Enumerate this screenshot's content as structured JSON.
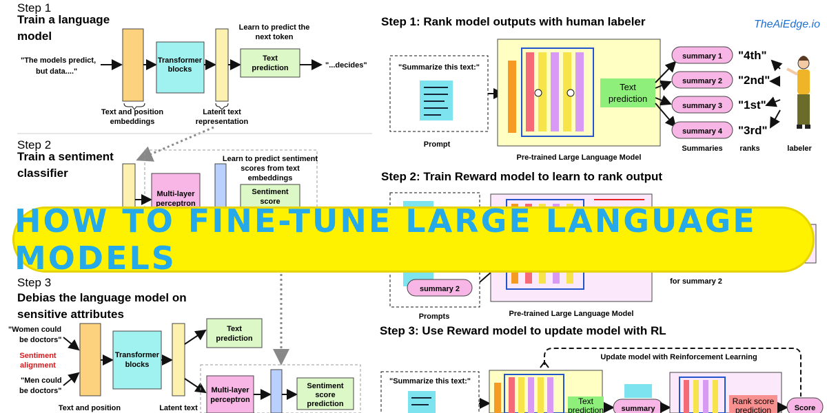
{
  "brand": "TheAiEdge.io",
  "banner_title": "How to Fine-tune Large Language Models",
  "left": {
    "step1": {
      "step": "Step 1",
      "title_line1": "Train a language",
      "title_line2": "model",
      "input_line1": "\"The models predict,",
      "input_line2": "but data....\"",
      "transformer_line1": "Transformer",
      "transformer_line2": "blocks",
      "learn_line1": "Learn to predict the",
      "learn_line2": "next token",
      "text_pred_line1": "Text",
      "text_pred_line2": "prediction",
      "output": "\"...decides\"",
      "emb_line1": "Text and position",
      "emb_line2": "embeddings",
      "latent_line1": "Latent text",
      "latent_line2": "representation"
    },
    "step2": {
      "step": "Step 2",
      "title_line1": "Train a sentiment",
      "title_line2": "classifier",
      "learn_line1": "Learn to predict sentiment",
      "learn_line2": "scores from text",
      "learn_line3": "embeddings",
      "mlp_line1": "Multi-layer",
      "mlp_line2": "perceptron",
      "sent_line1": "Sentiment",
      "sent_line2": "score"
    },
    "step3": {
      "step": "Step 3",
      "title_line1": "Debias the language model on",
      "title_line2": "sensitive attributes",
      "women_line1": "\"Women could",
      "women_line2": "be doctors\"",
      "align_line1": "Sentiment",
      "align_line2": "alignment",
      "men_line1": "\"Men could",
      "men_line2": "be doctors\"",
      "transformer_line1": "Transformer",
      "transformer_line2": "blocks",
      "text_pred_line1": "Text",
      "text_pred_line2": "prediction",
      "mlp_line1": "Multi-layer",
      "mlp_line2": "perceptron",
      "sent_line1": "Sentiment",
      "sent_line2": "score",
      "sent_line3": "prediction",
      "emb_label": "Text and position",
      "latent_label": "Latent text"
    }
  },
  "right": {
    "step1": {
      "title": "Step 1: Rank model outputs with human labeler",
      "prompt_text": "\"Summarize this text:\"",
      "prompt_label": "Prompt",
      "text_pred_line1": "Text",
      "text_pred_line2": "prediction",
      "model_label": "Pre-trained Large Language Model",
      "summaries": [
        "summary 1",
        "summary 2",
        "summary 3",
        "summary 4"
      ],
      "ranks": [
        "\"4th\"",
        "\"2nd\"",
        "\"1st\"",
        "\"3rd\""
      ],
      "summaries_label": "Summaries",
      "ranks_label": "ranks",
      "labeler_label": "labeler"
    },
    "step2": {
      "title": "Step 2: Train Reward model to learn to rank output",
      "summary": "summary 2",
      "prompts_label": "Prompts",
      "model_label": "Pre-trained Large Language Model",
      "for_summary": "for summary 2"
    },
    "step3": {
      "title": "Step 3: Use Reward model to update model with RL",
      "update_label": "Update model with Reinforcement Learning",
      "prompt_text": "\"Summarize this text:\"",
      "text_pred_line1": "Text",
      "text_pred_line2": "prediction",
      "summary": "summary",
      "rank_line1": "Rank score",
      "rank_line2": "prediction",
      "score": "Score"
    }
  }
}
